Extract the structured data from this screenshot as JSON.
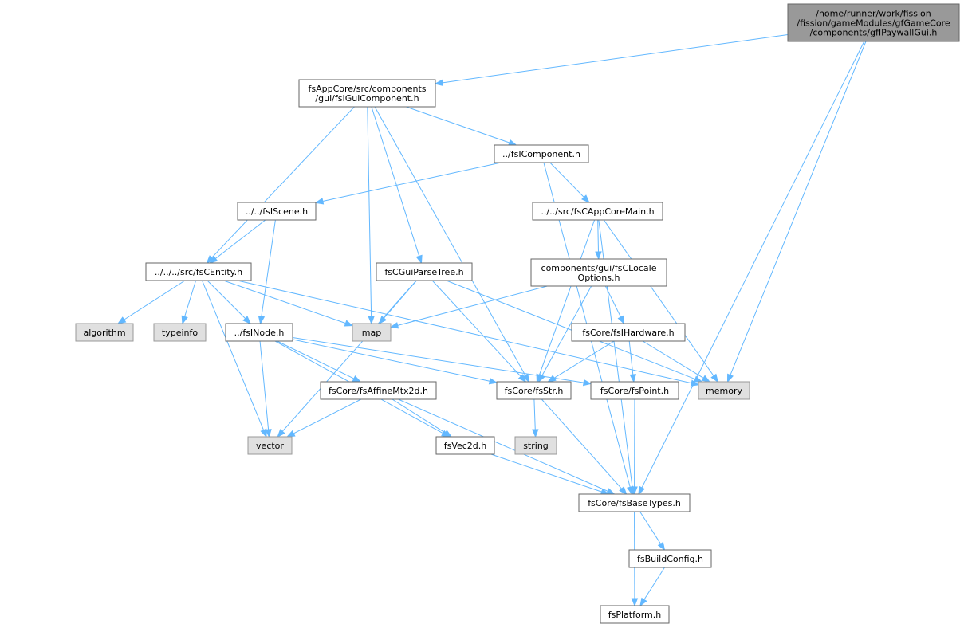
{
  "diagram": {
    "nodes": {
      "root": [
        "/home/runner/work/fission",
        "/fission/gameModules/gfGameCore",
        "/components/gfIPaywallGui.h"
      ],
      "fsIGuiComponent": [
        "fsAppCore/src/components",
        "/gui/fsIGuiComponent.h"
      ],
      "fsIComponent": [
        "../fsIComponent.h"
      ],
      "fsIScene": [
        "../../fsIScene.h"
      ],
      "fsCAppCoreMain": [
        "../../src/fsCAppCoreMain.h"
      ],
      "fsCEntity": [
        "../../../src/fsCEntity.h"
      ],
      "fsCGuiParseTree": [
        "fsCGuiParseTree.h"
      ],
      "fsCLocaleOptions": [
        "components/gui/fsCLocale",
        "Options.h"
      ],
      "algorithm": [
        "algorithm"
      ],
      "typeinfo": [
        "typeinfo"
      ],
      "fsINode": [
        "../fsINode.h"
      ],
      "map": [
        "map"
      ],
      "fsIHardware": [
        "fsCore/fsIHardware.h"
      ],
      "fsAffineMtx2d": [
        "fsCore/fsAffineMtx2d.h"
      ],
      "fsStr": [
        "fsCore/fsStr.h"
      ],
      "fsPoint": [
        "fsCore/fsPoint.h"
      ],
      "memory": [
        "memory"
      ],
      "vector": [
        "vector"
      ],
      "fsVec2d": [
        "fsVec2d.h"
      ],
      "string": [
        "string"
      ],
      "fsBaseTypes": [
        "fsCore/fsBaseTypes.h"
      ],
      "fsBuildConfig": [
        "fsBuildConfig.h"
      ],
      "fsPlatform": [
        "fsPlatform.h"
      ]
    },
    "edges": [
      [
        "root",
        "fsIGuiComponent"
      ],
      [
        "root",
        "memory"
      ],
      [
        "root",
        "fsBaseTypes"
      ],
      [
        "fsIGuiComponent",
        "fsIComponent"
      ],
      [
        "fsIGuiComponent",
        "fsCEntity"
      ],
      [
        "fsIGuiComponent",
        "map"
      ],
      [
        "fsIGuiComponent",
        "fsCGuiParseTree"
      ],
      [
        "fsIGuiComponent",
        "fsStr"
      ],
      [
        "fsIComponent",
        "fsIScene"
      ],
      [
        "fsIComponent",
        "fsCAppCoreMain"
      ],
      [
        "fsIComponent",
        "fsBaseTypes"
      ],
      [
        "fsIScene",
        "fsCEntity"
      ],
      [
        "fsIScene",
        "fsINode"
      ],
      [
        "fsCAppCoreMain",
        "fsCLocaleOptions"
      ],
      [
        "fsCAppCoreMain",
        "fsStr"
      ],
      [
        "fsCAppCoreMain",
        "memory"
      ],
      [
        "fsCAppCoreMain",
        "fsBaseTypes"
      ],
      [
        "fsCEntity",
        "algorithm"
      ],
      [
        "fsCEntity",
        "typeinfo"
      ],
      [
        "fsCEntity",
        "fsINode"
      ],
      [
        "fsCEntity",
        "map"
      ],
      [
        "fsCEntity",
        "vector"
      ],
      [
        "fsCEntity",
        "memory"
      ],
      [
        "fsCGuiParseTree",
        "map"
      ],
      [
        "fsCGuiParseTree",
        "vector"
      ],
      [
        "fsCGuiParseTree",
        "fsStr"
      ],
      [
        "fsCGuiParseTree",
        "memory"
      ],
      [
        "fsCLocaleOptions",
        "map"
      ],
      [
        "fsCLocaleOptions",
        "fsStr"
      ],
      [
        "fsCLocaleOptions",
        "fsIHardware"
      ],
      [
        "fsINode",
        "fsAffineMtx2d"
      ],
      [
        "fsINode",
        "fsStr"
      ],
      [
        "fsINode",
        "fsPoint"
      ],
      [
        "fsINode",
        "vector"
      ],
      [
        "fsINode",
        "fsVec2d"
      ],
      [
        "fsIHardware",
        "fsStr"
      ],
      [
        "fsIHardware",
        "fsPoint"
      ],
      [
        "fsIHardware",
        "memory"
      ],
      [
        "fsAffineMtx2d",
        "vector"
      ],
      [
        "fsAffineMtx2d",
        "fsVec2d"
      ],
      [
        "fsAffineMtx2d",
        "fsBaseTypes"
      ],
      [
        "fsStr",
        "string"
      ],
      [
        "fsStr",
        "fsBaseTypes"
      ],
      [
        "fsPoint",
        "fsBaseTypes"
      ],
      [
        "fsVec2d",
        "fsBaseTypes"
      ],
      [
        "fsBaseTypes",
        "fsBuildConfig"
      ],
      [
        "fsBaseTypes",
        "fsPlatform"
      ],
      [
        "fsBuildConfig",
        "fsPlatform"
      ]
    ]
  },
  "colors": {
    "edge": "#63b8ff",
    "root_fill": "#999999",
    "system_fill": "#e0e0e0",
    "local_fill": "#ffffff"
  }
}
